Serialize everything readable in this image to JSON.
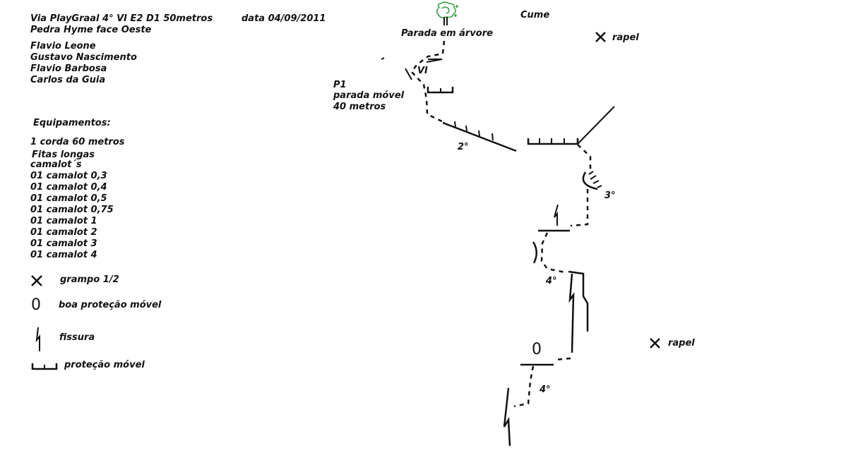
{
  "header": {
    "route_line": "Via PlayGraal   4° VI  E2 D1  50metros",
    "date": "data 04/09/2011",
    "face": "Pedra Hyme face Oeste"
  },
  "climbers": [
    "Flavio Leone",
    "Gustavo  Nascimento",
    "Flavio Barbosa",
    "Carlos da Guia"
  ],
  "equipment": {
    "title": "Equipamentos:",
    "items": [
      "1 corda  60 metros",
      "Fitas longas",
      "camalot´s",
      "01 camalot 0,3",
      "01 camalot 0,4",
      "01 camalot 0,5",
      "01 camalot 0,75",
      "01 camalot 1",
      "01 camalot 2",
      "01 camalot 3",
      "01 camalot 4"
    ]
  },
  "legend": {
    "bolt": "grampo 1/2",
    "good_protection": "boa proteção móvel",
    "crack": "fissura",
    "protection": "proteção móvel"
  },
  "topo": {
    "summit": "Cume",
    "tree_anchor": "Parada em árvore",
    "rappel_top": "rapel",
    "rappel_bottom": "rapel",
    "grade_vi": "VI",
    "p1_title": "P1",
    "p1_desc": "parada móvel",
    "p1_length": "40 metros",
    "grade_2": "2°",
    "grade_3": "3°",
    "grade_4_upper": "4°",
    "grade_4_lower": "4°",
    "good_protection_symbol": "0",
    "legend_good_symbol": "0"
  },
  "colors": {
    "ink": "#111111",
    "tree": "#2e9e3e"
  }
}
